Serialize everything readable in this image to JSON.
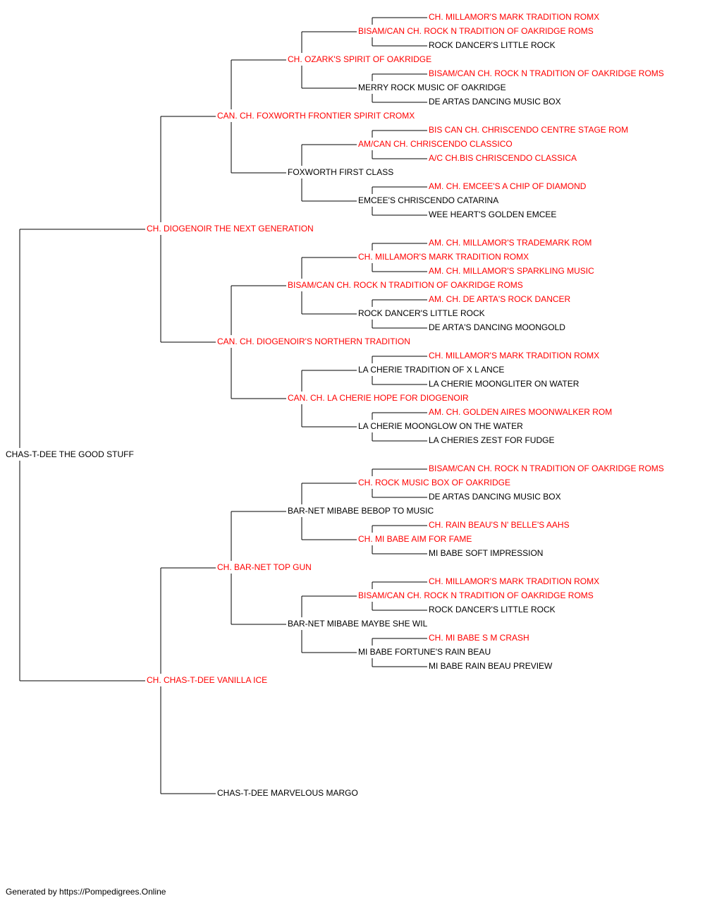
{
  "colors": {
    "champion": "#ff0000",
    "plain": "#000000",
    "line": "#000000"
  },
  "pedigree": {
    "name": "CHAS-T-DEE THE GOOD STUFF",
    "red": false,
    "sire": {
      "name": "CH. DIOGENOIR THE NEXT GENERATION",
      "red": true,
      "sire": {
        "name": "CAN. CH. FOXWORTH FRONTIER SPIRIT CROMX",
        "red": true,
        "sire": {
          "name": "CH. OZARK'S SPIRIT OF OAKRIDGE",
          "red": true,
          "sire": {
            "name": "BISAM/CAN CH. ROCK N TRADITION OF OAKRIDGE ROMS",
            "red": true,
            "sire": {
              "name": "CH. MILLAMOR'S MARK TRADITION ROMX",
              "red": true
            },
            "dam": {
              "name": "ROCK DANCER'S LITTLE ROCK",
              "red": false
            }
          },
          "dam": {
            "name": "MERRY ROCK MUSIC OF OAKRIDGE",
            "red": false,
            "sire": {
              "name": "BISAM/CAN CH. ROCK N TRADITION OF OAKRIDGE ROMS",
              "red": true
            },
            "dam": {
              "name": "DE ARTAS DANCING MUSIC BOX",
              "red": false
            }
          }
        },
        "dam": {
          "name": "FOXWORTH FIRST CLASS",
          "red": false,
          "sire": {
            "name": "AM/CAN CH. CHRISCENDO CLASSICO",
            "red": true,
            "sire": {
              "name": "BIS CAN CH. CHRISCENDO CENTRE STAGE ROM",
              "red": true
            },
            "dam": {
              "name": "A/C CH.BIS CHRISCENDO CLASSICA",
              "red": true
            }
          },
          "dam": {
            "name": "EMCEE'S CHRISCENDO CATARINA",
            "red": false,
            "sire": {
              "name": "AM. CH. EMCEE'S A CHIP OF DIAMOND",
              "red": true
            },
            "dam": {
              "name": "WEE HEART'S GOLDEN EMCEE",
              "red": false
            }
          }
        }
      },
      "dam": {
        "name": "CAN. CH. DIOGENOIR'S NORTHERN TRADITION",
        "red": true,
        "sire": {
          "name": "BISAM/CAN CH. ROCK N TRADITION OF OAKRIDGE ROMS",
          "red": true,
          "sire": {
            "name": "CH. MILLAMOR'S MARK TRADITION ROMX",
            "red": true,
            "sire": {
              "name": "AM. CH. MILLAMOR'S TRADEMARK ROM",
              "red": true
            },
            "dam": {
              "name": "AM. CH. MILLAMOR'S SPARKLING MUSIC",
              "red": true
            }
          },
          "dam": {
            "name": "ROCK DANCER'S LITTLE ROCK",
            "red": false,
            "sire": {
              "name": "AM. CH. DE ARTA'S ROCK DANCER",
              "red": true
            },
            "dam": {
              "name": "DE ARTA'S DANCING MOONGOLD",
              "red": false
            }
          }
        },
        "dam": {
          "name": "CAN. CH. LA CHERIE HOPE FOR DIOGENOIR",
          "red": true,
          "sire": {
            "name": "LA CHERIE TRADITION OF X L ANCE",
            "red": false,
            "sire": {
              "name": "CH. MILLAMOR'S MARK TRADITION ROMX",
              "red": true
            },
            "dam": {
              "name": "LA CHERIE MOONGLITER ON WATER",
              "red": false
            }
          },
          "dam": {
            "name": "LA CHERIE MOONGLOW ON THE WATER",
            "red": false,
            "sire": {
              "name": "AM. CH. GOLDEN AIRES MOONWALKER ROM",
              "red": true
            },
            "dam": {
              "name": "LA CHERIES ZEST FOR FUDGE",
              "red": false
            }
          }
        }
      }
    },
    "dam": {
      "name": "CH. CHAS-T-DEE VANILLA ICE",
      "red": true,
      "sire": {
        "name": "CH. BAR-NET TOP GUN",
        "red": true,
        "sire": {
          "name": "BAR-NET MIBABE BEBOP TO MUSIC",
          "red": false,
          "sire": {
            "name": "CH. ROCK MUSIC BOX OF OAKRIDGE",
            "red": true,
            "sire": {
              "name": "BISAM/CAN CH. ROCK N TRADITION OF OAKRIDGE ROMS",
              "red": true
            },
            "dam": {
              "name": "DE ARTAS DANCING MUSIC BOX",
              "red": false
            }
          },
          "dam": {
            "name": "CH. MI BABE AIM FOR FAME",
            "red": true,
            "sire": {
              "name": "CH. RAIN BEAU'S N' BELLE'S AAHS",
              "red": true
            },
            "dam": {
              "name": "MI BABE SOFT IMPRESSION",
              "red": false
            }
          }
        },
        "dam": {
          "name": "BAR-NET MIBABE MAYBE SHE WIL",
          "red": false,
          "sire": {
            "name": "BISAM/CAN CH. ROCK N TRADITION OF OAKRIDGE ROMS",
            "red": true,
            "sire": {
              "name": "CH. MILLAMOR'S MARK TRADITION ROMX",
              "red": true
            },
            "dam": {
              "name": "ROCK DANCER'S LITTLE ROCK",
              "red": false
            }
          },
          "dam": {
            "name": "MI BABE FORTUNE'S RAIN BEAU",
            "red": false,
            "sire": {
              "name": "CH. MI BABE S M CRASH",
              "red": true
            },
            "dam": {
              "name": "MI BABE RAIN BEAU PREVIEW",
              "red": false
            }
          }
        }
      },
      "dam": {
        "name": "CHAS-T-DEE MARVELOUS MARGO",
        "red": false
      }
    }
  },
  "footer": "Generated by https://Pompedigrees.Online"
}
